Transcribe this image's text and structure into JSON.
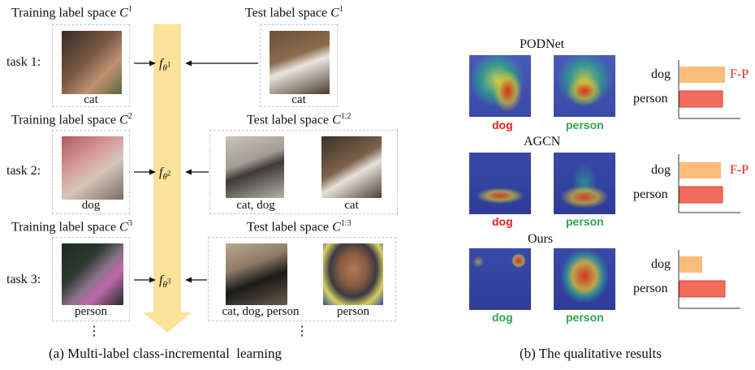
{
  "panel_a": {
    "caption": "(a) Multi-label class-incremental  learning",
    "rows": [
      {
        "task": "task 1:",
        "train_title": "Training label space",
        "train_sup": "1",
        "test_title": "Test label space",
        "test_sup": "1",
        "train_caption": "cat",
        "test_captions": [
          "cat"
        ],
        "f_sup": "1"
      },
      {
        "task": "task 2:",
        "train_title": "Training label space",
        "train_sup": "2",
        "test_title": "Test label space",
        "test_sup": "1:2",
        "train_caption": "dog",
        "test_captions": [
          "cat, dog",
          "cat"
        ],
        "f_sup": "2"
      },
      {
        "task": "task 3:",
        "train_title": "Training label space",
        "train_sup": "3",
        "test_title": "Test label space",
        "test_sup": "1:3",
        "train_caption": "person",
        "test_captions": [
          "cat, dog, person",
          "person"
        ],
        "f_sup": "3"
      }
    ],
    "c_symbol": "C",
    "f_symbol": "f",
    "theta": "θ",
    "ellipsis": "⋮"
  },
  "panel_b": {
    "caption": "(b) The qualitative results",
    "methods": [
      {
        "name": "PODNet",
        "left_label": "dog",
        "left_color": "#e22020",
        "right_label": "person",
        "right_color": "#2ea64a",
        "bars": {
          "dog": 0.9,
          "person": 0.85
        },
        "dog_bar_color": "#f9bd7b",
        "person_bar_color": "#f36b5c",
        "annotation": "F-P"
      },
      {
        "name": "AGCN",
        "left_label": "dog",
        "left_color": "#e22020",
        "right_label": "person",
        "right_color": "#2ea64a",
        "bars": {
          "dog": 0.82,
          "person": 0.85
        },
        "dog_bar_color": "#f9bd7b",
        "person_bar_color": "#f36b5c",
        "annotation": "F-P"
      },
      {
        "name": "Ours",
        "left_label": "dog",
        "left_color": "#2ea64a",
        "right_label": "person",
        "right_color": "#2ea64a",
        "bars": {
          "dog": 0.45,
          "person": 0.9
        },
        "dog_bar_color": "#f9bd7b",
        "person_bar_color": "#f36b5c",
        "annotation": ""
      }
    ],
    "bar_labels": {
      "dog": "dog",
      "person": "person"
    }
  },
  "colors": {
    "arrow_band": "#fde29a",
    "dash_border": "#b9c9de",
    "bar_outline": "#d04a3c"
  }
}
